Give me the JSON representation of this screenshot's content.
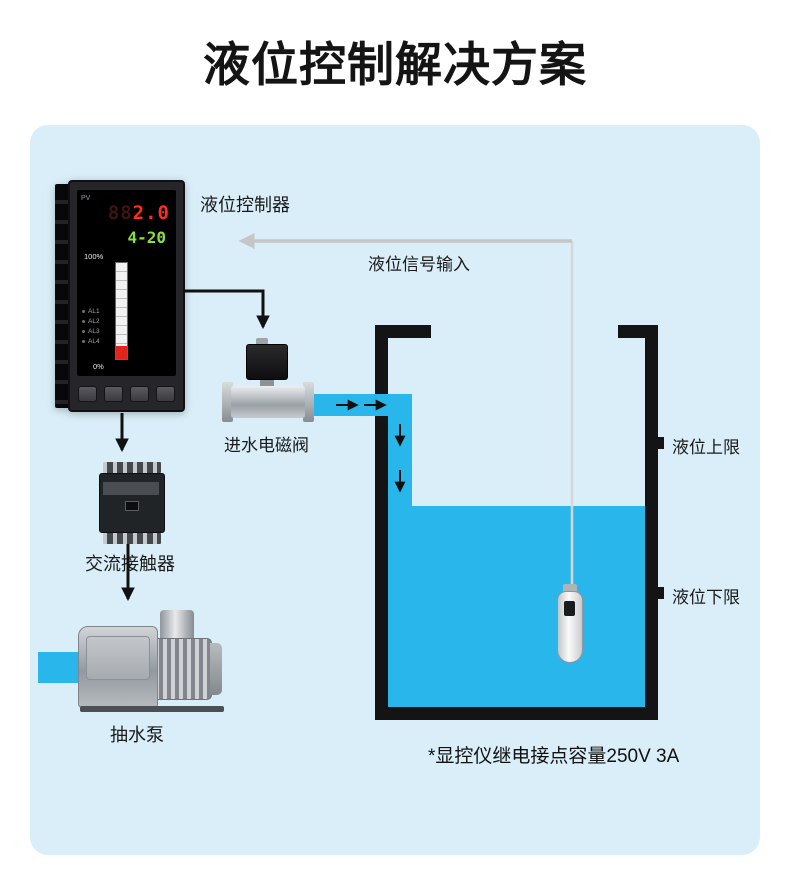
{
  "title": "液位控制解决方案",
  "panel": {
    "controller": {
      "label": "液位控制器",
      "display": {
        "pv_label": "PV",
        "pv_ghost": "88",
        "pv_value": "2.0",
        "sv_value": "4-20",
        "scale_top": "100%",
        "scale_bottom": "0%",
        "alarms": [
          "AL1",
          "AL2",
          "AL3",
          "AL4"
        ]
      }
    },
    "signal_label": "液位信号输入",
    "valve_label": "进水电磁阀",
    "contactor_label": "交流接触器",
    "pump_label": "抽水泵",
    "upper_limit_label": "液位上限",
    "lower_limit_label": "液位下限",
    "note": "*显控仪继电接点容量250V 3A"
  },
  "colors": {
    "panel_bg": "#d9eef8",
    "water_blue": "#29b6ea",
    "tank_black": "#141414",
    "display_red": "#ff2d1e",
    "display_green": "#8ae03c",
    "signal_gray": "#c6c6c6"
  }
}
